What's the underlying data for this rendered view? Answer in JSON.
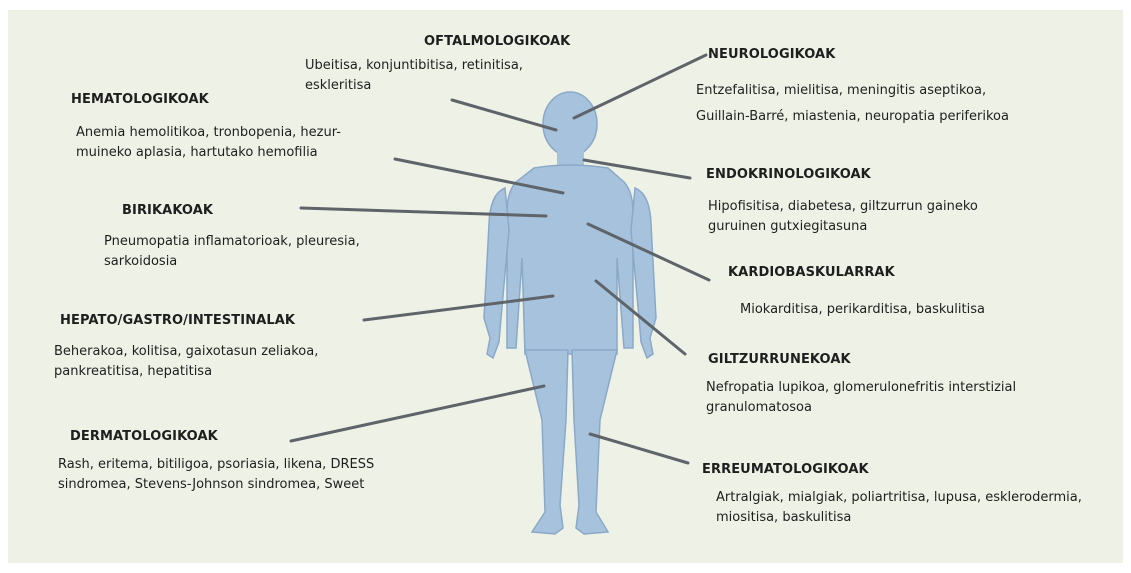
{
  "colors": {
    "background": "#eef2e6",
    "body_fill": "#a7c2dd",
    "body_outline": "#8aa8c8",
    "connector": "#5e646a"
  },
  "sections": {
    "oftalmologikoak": {
      "title": "OFTALMOLOGIKOAK",
      "lines": [
        "Ubeitisa, konjuntibitisa, retinitisa,",
        "eskleritisa"
      ]
    },
    "neurologikoak": {
      "title": "NEUROLOGIKOAK",
      "lines": [
        "Entzefalitisa, mielitisa, meningitis aseptikoa,",
        "Guillain-Barré, miastenia, neuropatia periferikoa"
      ]
    },
    "hematologikoak": {
      "title": "HEMATOLOGIKOAK",
      "lines": [
        "Anemia hemolitikoa, tronbopenia, hezur-",
        "muineko aplasia, hartutako hemofilia"
      ]
    },
    "endokrinologikoak": {
      "title": "ENDOKRINOLOGIKOAK",
      "lines": [
        "Hipofisitisa, diabetesa, giltzurrun gaineko",
        "guruinen gutxiegitasuna"
      ]
    },
    "birikakoak": {
      "title": "BIRIKAKOAK",
      "lines": [
        "Pneumopatia inflamatorioak, pleuresia,",
        "sarkoidosia"
      ]
    },
    "kardiobaskularrak": {
      "title": "KARDIOBASKULARRAK",
      "lines": [
        "Miokarditisa, perikarditisa, baskulitisa"
      ]
    },
    "hepato": {
      "title": "HEPATO/GASTRO/INTESTINALAK",
      "lines": [
        "Beherakoa, kolitisa, gaixotasun zeliakoa,",
        "pankreatitisa, hepatitisa"
      ]
    },
    "giltzurrunekoak": {
      "title": "GILTZURRUNEKOAK",
      "lines": [
        "Nefropatia lupikoa, glomerulonefritis interstizial",
        "granulomatosoa"
      ]
    },
    "dermatologikoak": {
      "title": "DERMATOLOGIKOAK",
      "lines": [
        "Rash, eritema, bitiligoa, psoriasia, likena, DRESS",
        "sindromea, Stevens-Johnson sindromea, Sweet"
      ]
    },
    "erreumatologikoak": {
      "title": "ERREUMATOLOGIKOAK",
      "lines": [
        "Artralgiak, mialgiak, poliartritisa, lupusa, esklerodermia,",
        "miositisa, baskulitisa"
      ]
    }
  }
}
